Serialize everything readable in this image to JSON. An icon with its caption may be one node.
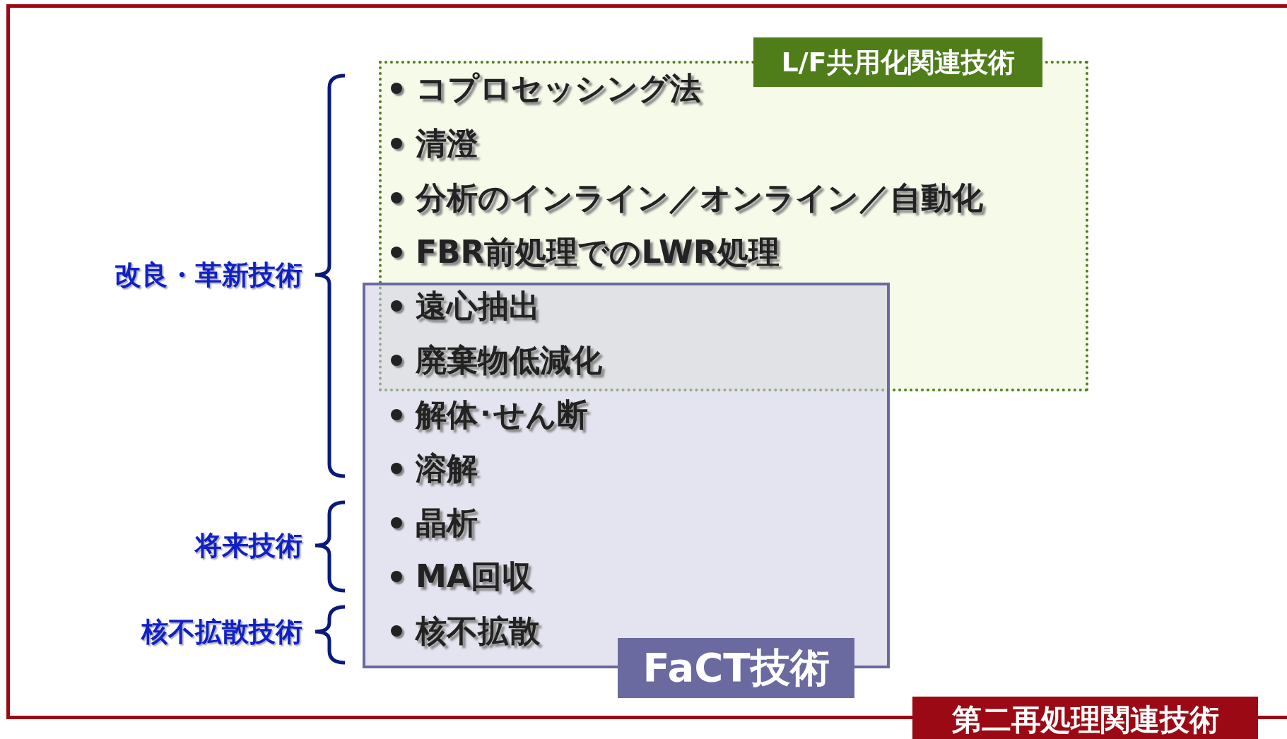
{
  "diagram": {
    "nodes": [
      {
        "text": [
          "第二再処理関連技術"
        ]
      },
      {
        "text": [
          "L/F共用化関連技術"
        ],
        "in": 0
      },
      {
        "text": [
          "FaCT技術"
        ],
        "in": 0
      }
    ],
    "labels": [
      "改良・革新技術",
      "将来技術",
      "核不拡散技術",
      "コプロセッシング法",
      "清澄",
      "分析のインライン／オンライン／自動化",
      "FBR前処理でのLWR処理",
      "遠心抽出",
      "廃棄物低減化",
      "解体･せん断",
      "溶解",
      "晶析",
      "MA回収",
      "核不拡散"
    ]
  }
}
